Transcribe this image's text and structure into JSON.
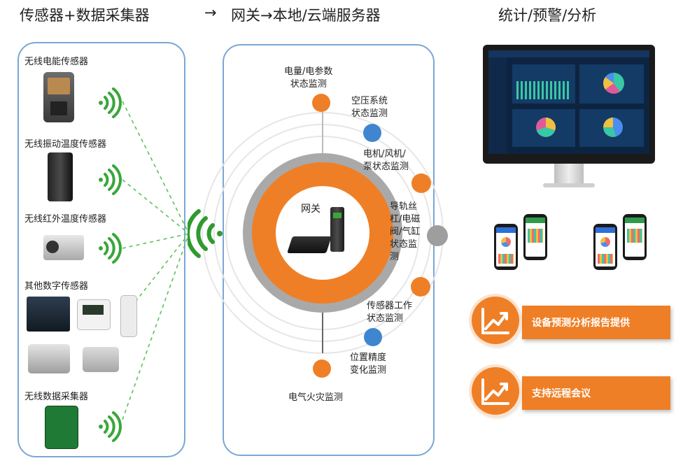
{
  "headings": {
    "left": "传感器+数据采集器",
    "arrow": "→",
    "middle": "网关→本地/云端服务器",
    "right": "统计/预警/分析"
  },
  "sensors": [
    {
      "label": "无线电能传感器"
    },
    {
      "label": "无线振动温度传感器"
    },
    {
      "label": "无线红外温度传感器"
    },
    {
      "label": "其他数字传感器"
    },
    {
      "label": "无线数据采集器"
    }
  ],
  "gateway": {
    "label": "网关"
  },
  "monitors": {
    "electric": {
      "label": "电量/电参数\n状态监测"
    },
    "compressor": {
      "label": "空压系统\n状态监测"
    },
    "motor": {
      "label": "电机/风机/\n泵状态监测"
    },
    "rail": {
      "label": "导轨丝\n杠/电磁\n阀/气缸\n状态监\n测"
    },
    "sensor_work": {
      "label": "传感器工作\n状态监测"
    },
    "position": {
      "label": "位置精度\n变化监测"
    },
    "fire": {
      "label": "电气火灾监测"
    }
  },
  "features": [
    {
      "label": "设备预测分析报告提供"
    },
    {
      "label": "支持远程会议"
    }
  ],
  "colors": {
    "accent": "#ef7f26",
    "blue": "#3f86cf",
    "gray": "#9e9e9e",
    "panel_border": "#7aa7d6",
    "wave_green": "#3aa63a"
  }
}
